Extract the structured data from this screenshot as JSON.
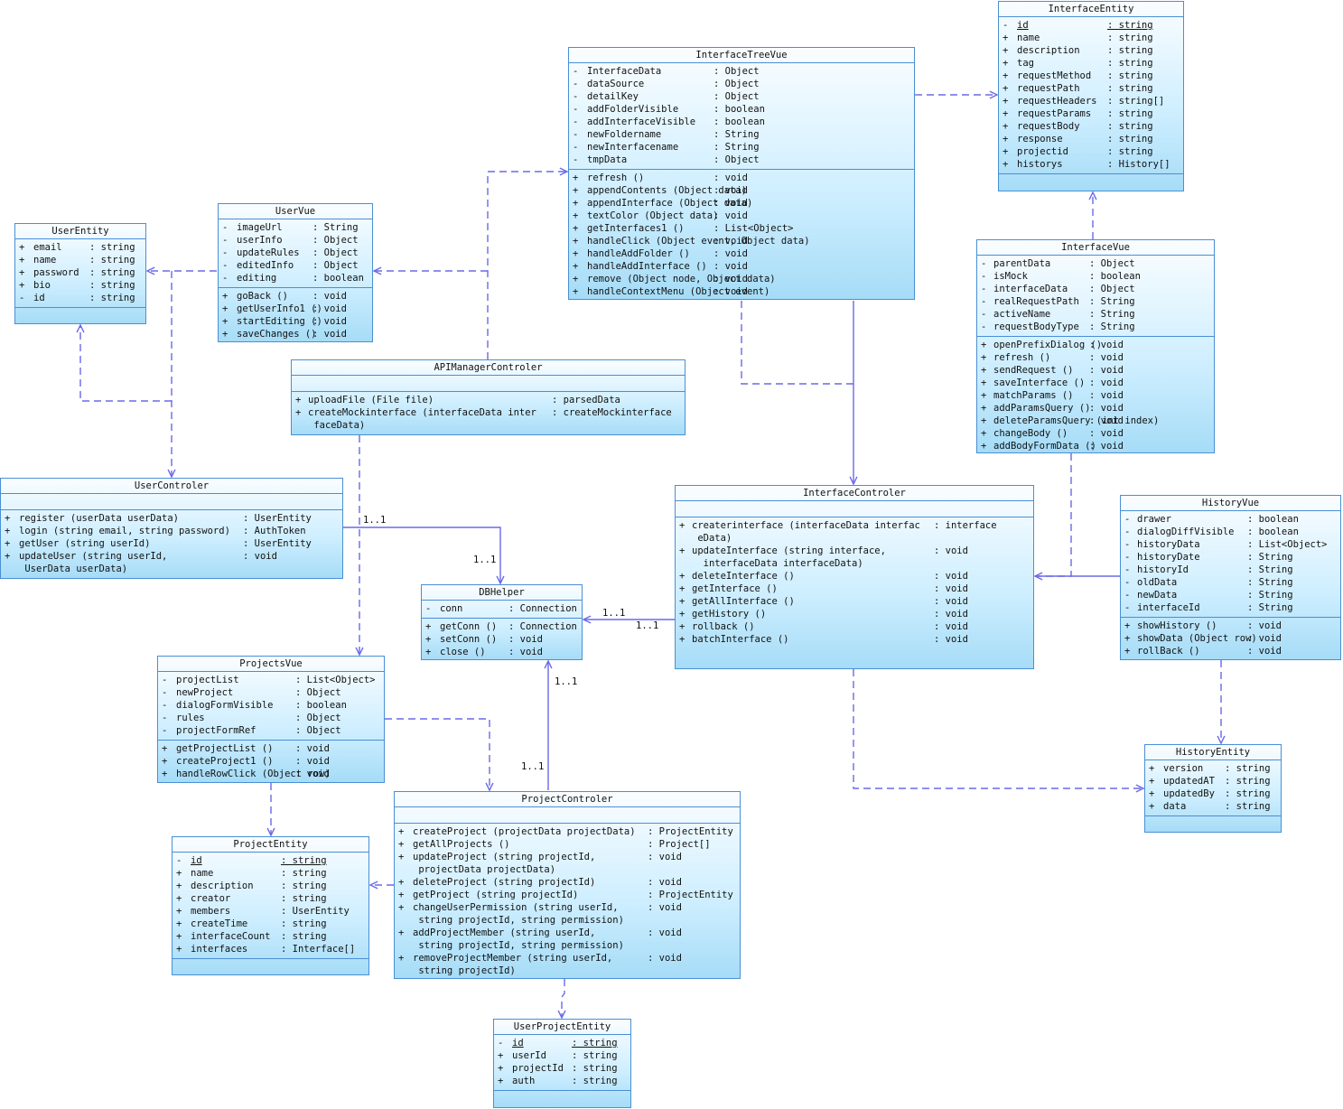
{
  "classes": {
    "interface_entity": {
      "name": "InterfaceEntity",
      "attrs": [
        {
          "v": "-",
          "n": "id",
          "t": ": string",
          "u": true
        },
        {
          "v": "+",
          "n": "name",
          "t": ": string"
        },
        {
          "v": "+",
          "n": "description",
          "t": ": string"
        },
        {
          "v": "+",
          "n": "tag",
          "t": ": string"
        },
        {
          "v": "+",
          "n": "requestMethod",
          "t": ": string"
        },
        {
          "v": "+",
          "n": "requestPath",
          "t": ": string"
        },
        {
          "v": "+",
          "n": "requestHeaders",
          "t": ": string[]"
        },
        {
          "v": "+",
          "n": "requestParams",
          "t": ": string"
        },
        {
          "v": "+",
          "n": "requestBody",
          "t": ": string"
        },
        {
          "v": "+",
          "n": "response",
          "t": ": string"
        },
        {
          "v": "+",
          "n": "projectid",
          "t": ": string"
        },
        {
          "v": "+",
          "n": "historys",
          "t": ": History[]"
        }
      ],
      "ops": []
    },
    "interface_tree_vue": {
      "name": "InterfaceTreeVue",
      "attrs": [
        {
          "v": "-",
          "n": "InterfaceData",
          "t": ": Object"
        },
        {
          "v": "-",
          "n": "dataSource",
          "t": ": Object"
        },
        {
          "v": "-",
          "n": "detailKey",
          "t": ": Object"
        },
        {
          "v": "-",
          "n": "addFolderVisible",
          "t": ": boolean"
        },
        {
          "v": "-",
          "n": "addInterfaceVisible",
          "t": ": boolean"
        },
        {
          "v": "-",
          "n": "newFoldername",
          "t": ": String"
        },
        {
          "v": "-",
          "n": "newInterfacename",
          "t": ": String"
        },
        {
          "v": "-",
          "n": "tmpData",
          "t": ": Object"
        }
      ],
      "ops": [
        {
          "v": "+",
          "n": "refresh ()",
          "t": ": void"
        },
        {
          "v": "+",
          "n": "appendContents (Object data)",
          "t": ": void"
        },
        {
          "v": "+",
          "n": "appendInterface (Object data)",
          "t": ": void"
        },
        {
          "v": "+",
          "n": "textColor (Object data)",
          "t": ": void"
        },
        {
          "v": "+",
          "n": "getInterfaces1 ()",
          "t": ": List<Object>"
        },
        {
          "v": "+",
          "n": "handleClick (Object event, Object data)",
          "t": ": void"
        },
        {
          "v": "+",
          "n": "handleAddFolder ()",
          "t": ": void"
        },
        {
          "v": "+",
          "n": "handleAddInterface ()",
          "t": ": void"
        },
        {
          "v": "+",
          "n": "remove (Object node, Object data)",
          "t": ": void"
        },
        {
          "v": "+",
          "n": "handleContextMenu (Object event)",
          "t": ": void"
        }
      ]
    },
    "user_vue": {
      "name": "UserVue",
      "attrs": [
        {
          "v": "-",
          "n": "imageUrl",
          "t": ": String"
        },
        {
          "v": "-",
          "n": "userInfo",
          "t": ": Object"
        },
        {
          "v": "-",
          "n": "updateRules",
          "t": ": Object"
        },
        {
          "v": "-",
          "n": "editedInfo",
          "t": ": Object"
        },
        {
          "v": "-",
          "n": "editing",
          "t": ": boolean"
        }
      ],
      "ops": [
        {
          "v": "+",
          "n": "goBack ()",
          "t": ": void"
        },
        {
          "v": "+",
          "n": "getUserInfo1 ()",
          "t": ": void"
        },
        {
          "v": "+",
          "n": "startEditing ()",
          "t": ": void"
        },
        {
          "v": "+",
          "n": "saveChanges ()",
          "t": ": void"
        }
      ]
    },
    "user_entity": {
      "name": "UserEntity",
      "attrs": [
        {
          "v": "+",
          "n": "email",
          "t": ": string"
        },
        {
          "v": "+",
          "n": "name",
          "t": ": string"
        },
        {
          "v": "+",
          "n": "password",
          "t": ": string"
        },
        {
          "v": "+",
          "n": "bio",
          "t": ": string"
        },
        {
          "v": "-",
          "n": "id",
          "t": ": string"
        }
      ],
      "ops": []
    },
    "interface_vue": {
      "name": "InterfaceVue",
      "attrs": [
        {
          "v": "-",
          "n": "parentData",
          "t": ": Object"
        },
        {
          "v": "-",
          "n": "isMock",
          "t": ": boolean"
        },
        {
          "v": "-",
          "n": "interfaceData",
          "t": ": Object"
        },
        {
          "v": "-",
          "n": "realRequestPath",
          "t": ": String"
        },
        {
          "v": "-",
          "n": "activeName",
          "t": ": String"
        },
        {
          "v": "-",
          "n": "requestBodyType",
          "t": ": String"
        }
      ],
      "ops": [
        {
          "v": "+",
          "n": "openPrefixDialog ()",
          "t": ": void"
        },
        {
          "v": "+",
          "n": "refresh ()",
          "t": ": void"
        },
        {
          "v": "+",
          "n": "sendRequest ()",
          "t": ": void"
        },
        {
          "v": "+",
          "n": "saveInterface ()",
          "t": ": void"
        },
        {
          "v": "+",
          "n": "matchParams ()",
          "t": ": void"
        },
        {
          "v": "+",
          "n": "addParamsQuery ()",
          "t": ": void"
        },
        {
          "v": "+",
          "n": "deleteParamsQuery (int index)",
          "t": ": void"
        },
        {
          "v": "+",
          "n": "changeBody ()",
          "t": ": void"
        },
        {
          "v": "+",
          "n": "addBodyFormData ()",
          "t": ": void"
        }
      ]
    },
    "api_manager": {
      "name": "APIManagerControler",
      "attrs": [],
      "ops": [
        {
          "v": "+",
          "n": "uploadFile (File file)",
          "t": ": parsedData"
        },
        {
          "v": "+",
          "n": "createMockinterface (interfaceData inter\n faceData)",
          "t": ": createMockinterface"
        }
      ]
    },
    "user_controler": {
      "name": "UserControler",
      "attrs": [],
      "ops": [
        {
          "v": "+",
          "n": "register (userData userData)",
          "t": ": UserEntity"
        },
        {
          "v": "+",
          "n": "login (string email, string password)",
          "t": ": AuthToken"
        },
        {
          "v": "+",
          "n": "getUser (string userId)",
          "t": ": UserEntity"
        },
        {
          "v": "+",
          "n": "updateUser (string userId,\n UserData userData)",
          "t": ": void"
        }
      ]
    },
    "interface_controler": {
      "name": "InterfaceControler",
      "attrs": [],
      "ops": [
        {
          "v": "+",
          "n": "createrinterface (interfaceData interfac\n eData)",
          "t": ": interface"
        },
        {
          "v": "+",
          "n": "updateInterface (string interface,\n  interfaceData interfaceData)",
          "t": ": void"
        },
        {
          "v": "+",
          "n": "deleteInterface ()",
          "t": ": void"
        },
        {
          "v": "+",
          "n": "getInterface ()",
          "t": ": void"
        },
        {
          "v": "+",
          "n": "getAllInterface ()",
          "t": ": void"
        },
        {
          "v": "+",
          "n": "getHistory ()",
          "t": ": void"
        },
        {
          "v": "+",
          "n": "rollback ()",
          "t": ": void"
        },
        {
          "v": "+",
          "n": "batchInterface ()",
          "t": ": void"
        }
      ]
    },
    "history_vue": {
      "name": "HistoryVue",
      "attrs": [
        {
          "v": "-",
          "n": "drawer",
          "t": ": boolean"
        },
        {
          "v": "-",
          "n": "dialogDiffVisible",
          "t": ": boolean"
        },
        {
          "v": "-",
          "n": "historyData",
          "t": ": List<Object>"
        },
        {
          "v": "-",
          "n": "historyDate",
          "t": ": String"
        },
        {
          "v": "-",
          "n": "historyId",
          "t": ": String"
        },
        {
          "v": "-",
          "n": "oldData",
          "t": ": String"
        },
        {
          "v": "-",
          "n": "newData",
          "t": ": String"
        },
        {
          "v": "-",
          "n": "interfaceId",
          "t": ": String"
        }
      ],
      "ops": [
        {
          "v": "+",
          "n": "showHistory ()",
          "t": ": void"
        },
        {
          "v": "+",
          "n": "showData (Object row)",
          "t": ": void"
        },
        {
          "v": "+",
          "n": "rollBack ()",
          "t": ": void"
        }
      ]
    },
    "db_helper": {
      "name": "DBHelper",
      "attrs": [
        {
          "v": "-",
          "n": "conn",
          "t": ": Connection"
        }
      ],
      "ops": [
        {
          "v": "+",
          "n": "getConn ()",
          "t": ": Connection"
        },
        {
          "v": "+",
          "n": "setConn ()",
          "t": ": void"
        },
        {
          "v": "+",
          "n": "close ()",
          "t": ": void"
        }
      ]
    },
    "projects_vue": {
      "name": "ProjectsVue",
      "attrs": [
        {
          "v": "-",
          "n": "projectList",
          "t": ": List<Object>"
        },
        {
          "v": "-",
          "n": "newProject",
          "t": ": Object"
        },
        {
          "v": "-",
          "n": "dialogFormVisible",
          "t": ": boolean"
        },
        {
          "v": "-",
          "n": "rules",
          "t": ": Object"
        },
        {
          "v": "-",
          "n": "projectFormRef",
          "t": ": Object"
        }
      ],
      "ops": [
        {
          "v": "+",
          "n": "getProjectList ()",
          "t": ": void"
        },
        {
          "v": "+",
          "n": "createProject1 ()",
          "t": ": void"
        },
        {
          "v": "+",
          "n": "handleRowClick (Object row)",
          "t": ": void"
        }
      ]
    },
    "history_entity": {
      "name": "HistoryEntity",
      "attrs": [
        {
          "v": "+",
          "n": "version",
          "t": ": string"
        },
        {
          "v": "+",
          "n": "updatedAT",
          "t": ": string"
        },
        {
          "v": "+",
          "n": "updatedBy",
          "t": ": string"
        },
        {
          "v": "+",
          "n": "data",
          "t": ": string"
        }
      ],
      "ops": []
    },
    "project_entity": {
      "name": "ProjectEntity",
      "attrs": [
        {
          "v": "-",
          "n": "id",
          "t": ": string",
          "u": true
        },
        {
          "v": "+",
          "n": "name",
          "t": ": string"
        },
        {
          "v": "+",
          "n": "description",
          "t": ": string"
        },
        {
          "v": "+",
          "n": "creator",
          "t": ": string"
        },
        {
          "v": "+",
          "n": "members",
          "t": ": UserEntity"
        },
        {
          "v": "+",
          "n": "createTime",
          "t": ": string"
        },
        {
          "v": "+",
          "n": "interfaceCount",
          "t": ": string"
        },
        {
          "v": "+",
          "n": "interfaces",
          "t": ": Interface[]"
        }
      ],
      "ops": []
    },
    "project_controler": {
      "name": "ProjectControler",
      "attrs": [],
      "ops": [
        {
          "v": "+",
          "n": "createProject (projectData projectData)",
          "t": ": ProjectEntity"
        },
        {
          "v": "+",
          "n": "getAllProjects ()",
          "t": ": Project[]"
        },
        {
          "v": "+",
          "n": "updateProject (string projectId,\n projectData projectData)",
          "t": ": void"
        },
        {
          "v": "+",
          "n": "deleteProject (string projectId)",
          "t": ": void"
        },
        {
          "v": "+",
          "n": "getProject (string projectId)",
          "t": ": ProjectEntity"
        },
        {
          "v": "+",
          "n": "changeUserPermission (string userId,\n string projectId, string permission)",
          "t": ": void"
        },
        {
          "v": "+",
          "n": "addProjectMember (string userId,\n string projectId, string permission)",
          "t": ": void"
        },
        {
          "v": "+",
          "n": "removeProjectMember (string userId,\n string projectId)",
          "t": ": void"
        }
      ]
    },
    "user_project_entity": {
      "name": "UserProjectEntity",
      "attrs": [
        {
          "v": "-",
          "n": "id",
          "t": ": string",
          "u": true
        },
        {
          "v": "+",
          "n": "userId",
          "t": ": string"
        },
        {
          "v": "+",
          "n": "projectId",
          "t": ": string"
        },
        {
          "v": "+",
          "n": "auth",
          "t": ": string"
        }
      ],
      "ops": []
    }
  },
  "multiplicities": {
    "user_db_src": "1..1",
    "user_db_dst": "1..1",
    "iface_db_a": "1..1",
    "iface_db_b": "1..1",
    "proj_db_a": "1..1",
    "proj_db_b": "1..1"
  },
  "colors": {
    "border": "#4a8fd4",
    "line": "#6a6ae8",
    "fill_top": "#fafdff",
    "fill_bottom": "#a6dcf7"
  }
}
